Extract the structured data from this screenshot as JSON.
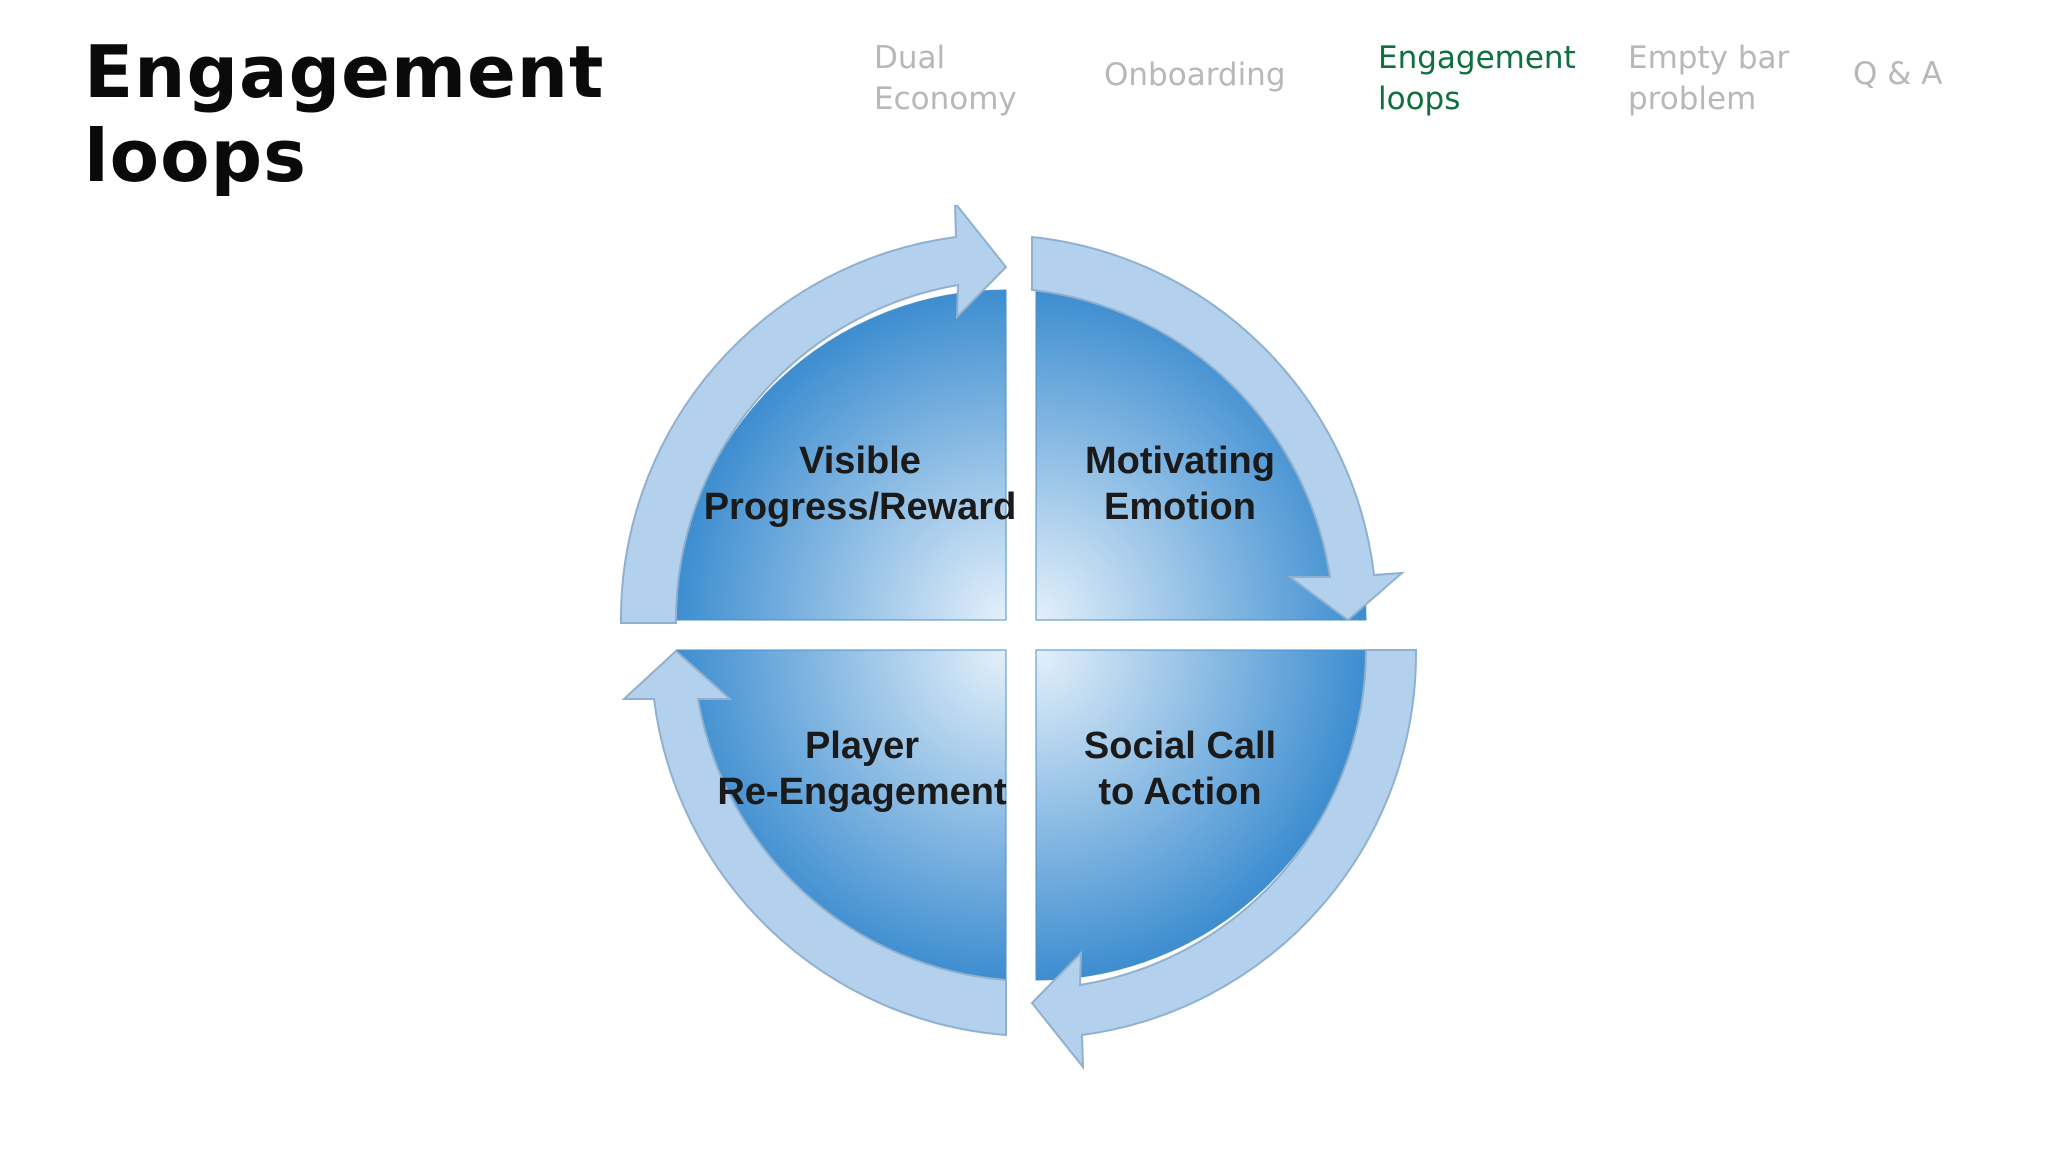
{
  "slide": {
    "title_lines": [
      "Engagement",
      "loops"
    ]
  },
  "nav": {
    "items": [
      {
        "lines": [
          "Dual",
          "Economy"
        ],
        "active": false
      },
      {
        "lines": [
          "Onboarding"
        ],
        "active": false
      },
      {
        "lines": [
          "Engagement",
          "loops"
        ],
        "active": true
      },
      {
        "lines": [
          "Empty bar",
          "problem"
        ],
        "active": false
      },
      {
        "lines": [
          "Q & A"
        ],
        "active": false
      }
    ],
    "active_color": "#0e6f3f",
    "inactive_color": "#b8b8b8"
  },
  "diagram": {
    "quadrants": [
      {
        "lines": [
          "Visible",
          "Progress/Reward"
        ]
      },
      {
        "lines": [
          "Motivating",
          "Emotion"
        ]
      },
      {
        "lines": [
          "Player",
          "Re-Engagement"
        ]
      },
      {
        "lines": [
          "Social Call",
          "to Action"
        ]
      }
    ],
    "colors": {
      "quadrant_dark": "#3d8dd0",
      "quadrant_light": "#e4f0fa",
      "arrow_fill": "#b3d1ec",
      "arrow_stroke": "#8fb0cf"
    }
  }
}
